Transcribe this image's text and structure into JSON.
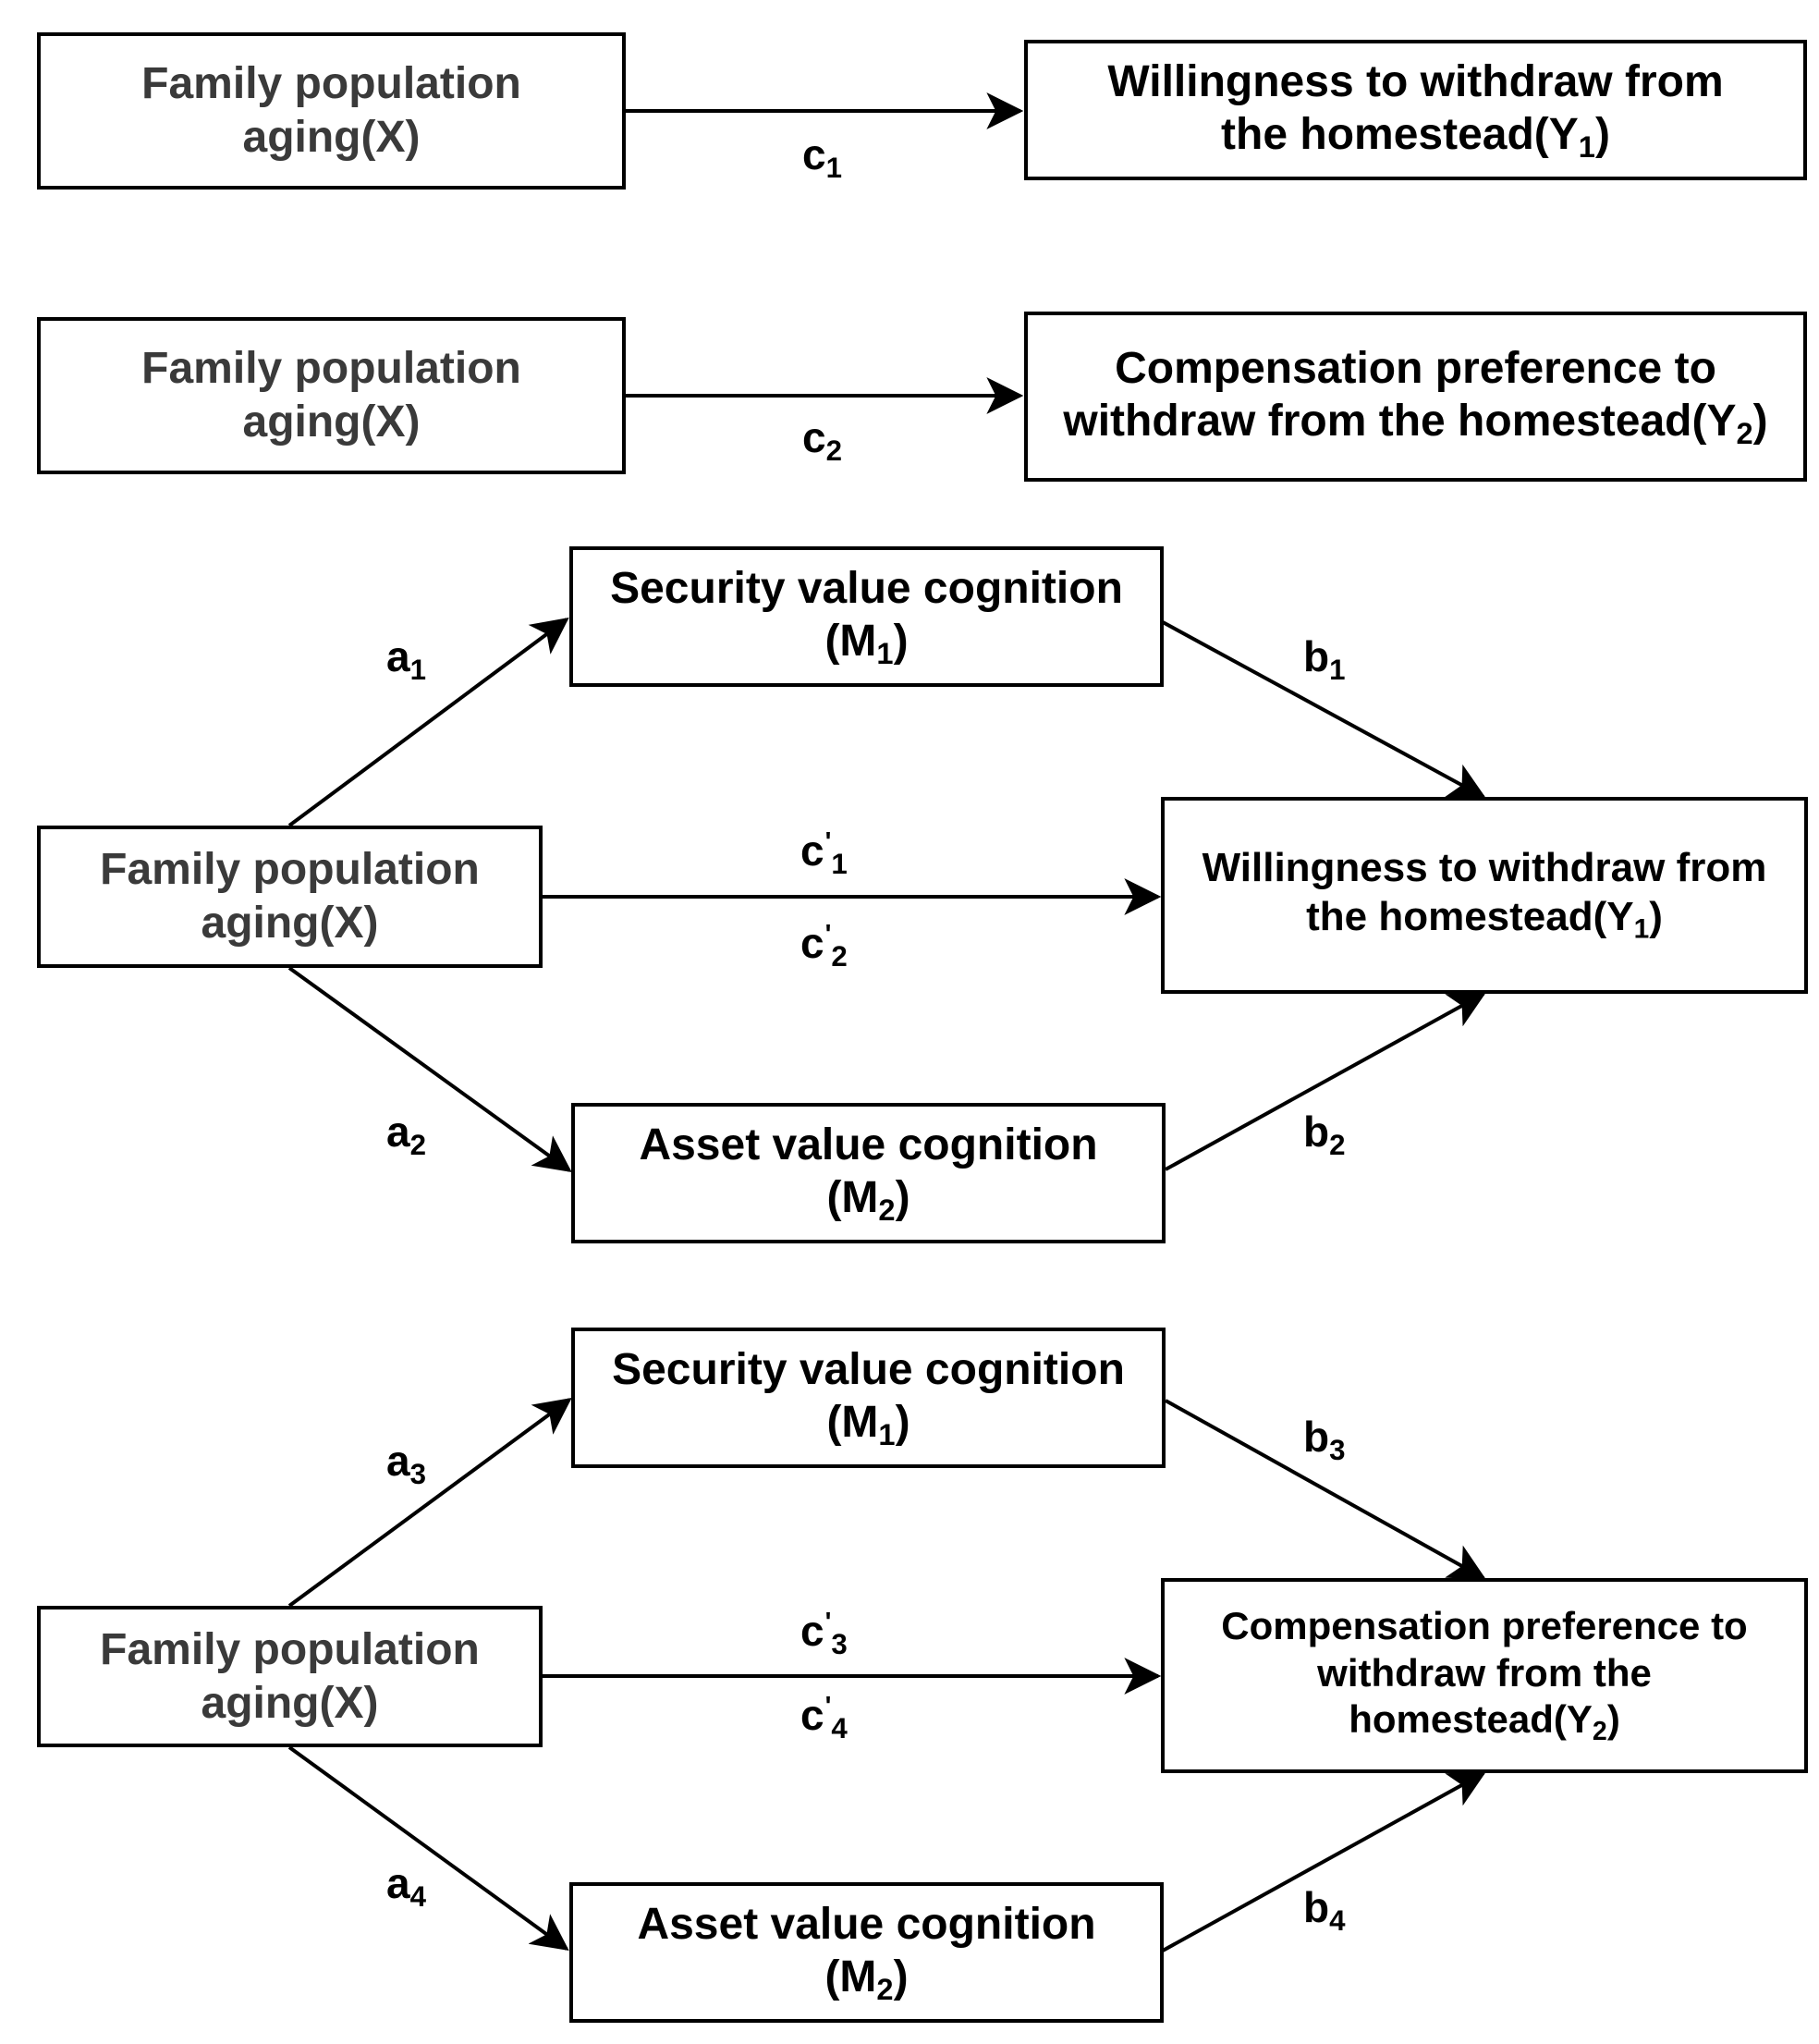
{
  "colors": {
    "stroke": "#000000",
    "text": "#000000",
    "grey_text": "#3a3a3a",
    "background": "#ffffff"
  },
  "panels": [
    {
      "x_box": {
        "line1": "Family population",
        "line2": "aging(X)"
      },
      "y_box": {
        "line1": "Willingness to withdraw from",
        "line2_text": "the homestead(Y",
        "line2_sub": "1",
        "line2_end": ")"
      },
      "path_label": {
        "text": "c",
        "sub": "1"
      }
    },
    {
      "x_box": {
        "line1": "Family population",
        "line2": "aging(X)"
      },
      "y_box": {
        "line1": "Compensation preference to",
        "line2_text": "withdraw from the homestead(Y",
        "line2_sub": "2",
        "line2_end": ")"
      },
      "path_label": {
        "text": "c",
        "sub": "2"
      }
    },
    {
      "m1_box": {
        "line1": "Security value cognition",
        "line2_text": "(M",
        "line2_sub": "1",
        "line2_end": ")"
      },
      "m2_box": {
        "line1": "Asset value cognition",
        "line2_text": "(M",
        "line2_sub": "2",
        "line2_end": ")"
      },
      "x_box": {
        "line1": "Family population",
        "line2": "aging(X)"
      },
      "y_box": {
        "line1": "Willingness to withdraw from",
        "line2_text": "the homestead(Y",
        "line2_sub": "1",
        "line2_end": ")"
      },
      "labels": {
        "a_top": {
          "text": "a",
          "sub": "1"
        },
        "a_bottom": {
          "text": "a",
          "sub": "2"
        },
        "b_top": {
          "text": "b",
          "sub": "1"
        },
        "b_bottom": {
          "text": "b",
          "sub": "2"
        },
        "c_top": {
          "text": "c",
          "sup": "'",
          "sub": "1"
        },
        "c_bottom": {
          "text": "c",
          "sup": "'",
          "sub": "2"
        }
      }
    },
    {
      "m1_box": {
        "line1": "Security value cognition",
        "line2_text": "(M",
        "line2_sub": "1",
        "line2_end": ")"
      },
      "m2_box": {
        "line1": "Asset value cognition",
        "line2_text": "(M",
        "line2_sub": "2",
        "line2_end": ")"
      },
      "x_box": {
        "line1": "Family population",
        "line2": "aging(X)"
      },
      "y_box": {
        "line1": "Compensation preference to",
        "line2": "withdraw from the",
        "line3_text": "homestead(Y",
        "line3_sub": "2",
        "line3_end": ")"
      },
      "labels": {
        "a_top": {
          "text": "a",
          "sub": "3"
        },
        "a_bottom": {
          "text": "a",
          "sub": "4"
        },
        "b_top": {
          "text": "b",
          "sub": "3"
        },
        "b_bottom": {
          "text": "b",
          "sub": "4"
        },
        "c_top": {
          "text": "c",
          "sup": "'",
          "sub": "3"
        },
        "c_bottom": {
          "text": "c",
          "sup": "'",
          "sub": "4"
        }
      }
    }
  ]
}
